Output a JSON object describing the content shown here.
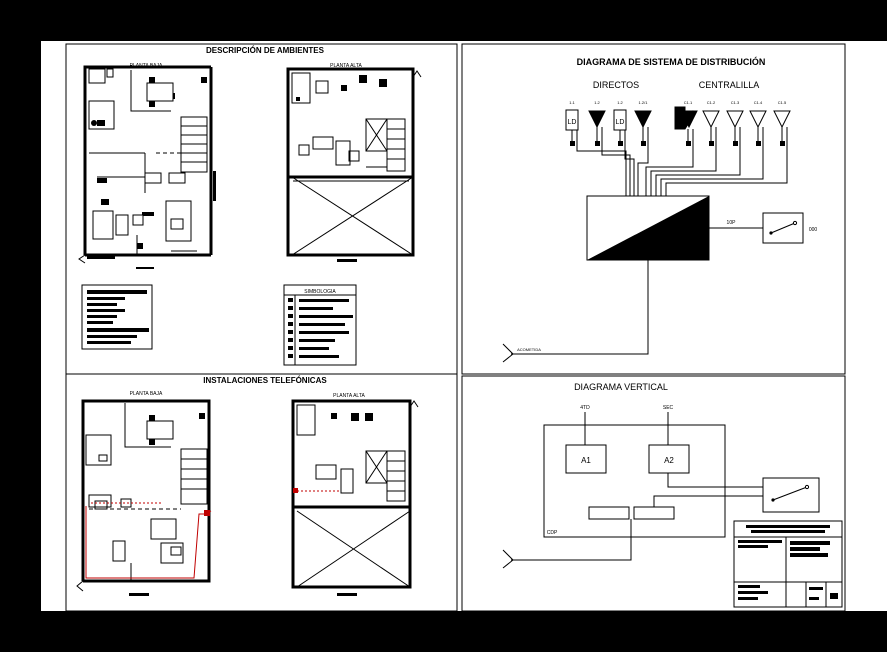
{
  "panels": {
    "ambientes": {
      "title": "DESCRIPCIÓN DE AMBIENTES",
      "plan_left": "PLANTA BAJA",
      "plan_right": "PLANTA ALTA"
    },
    "telefonicas": {
      "title": "INSTALACIONES TELEFÓNICAS",
      "plan_left": "PLANTA BAJA",
      "plan_right": "PLANTA ALTA"
    },
    "distribucion": {
      "title": "DIAGRAMA DE SISTEMA DE DISTRIBUCIÓN",
      "group_left": "DIRECTOS",
      "group_right": "CENTRALILLA",
      "terminals": [
        "1.1",
        "1.2",
        "1.2",
        "1.2/1",
        "C1.1",
        "C1.2",
        "C1.3",
        "C1.4",
        "C1.5"
      ],
      "cable_label": "10P",
      "box_label": "000",
      "acometida": "ACOMETIDA"
    },
    "vertical": {
      "title": "DIAGRAMA VERTICAL",
      "left_top": "4TD",
      "right_top": "SEC",
      "box_a1": "A1",
      "box_a2": "A2",
      "enclosure_label": "CDP"
    },
    "simbologia": {
      "title": "SIMBOLOGIA"
    }
  }
}
